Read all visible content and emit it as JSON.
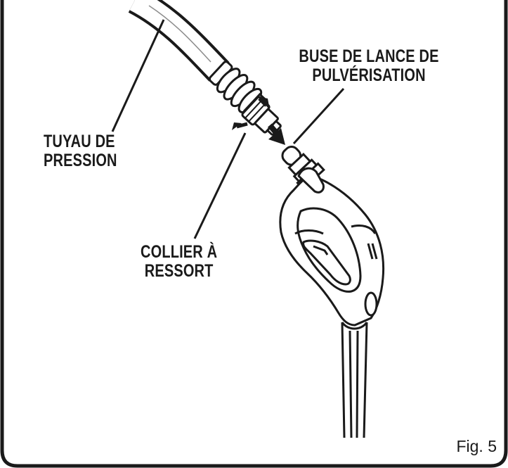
{
  "labels": {
    "hose": [
      "TUYAU DE",
      "PRESSION"
    ],
    "nozzle": [
      "BUSE DE LANCE DE",
      "PULVÉRISATION"
    ],
    "collar": [
      "COLLIER À",
      "RESSORT"
    ]
  },
  "figure": "Fig. 5",
  "colors": {
    "ink": "#1a1a1a",
    "background": "#ffffff"
  },
  "icons": [
    "hose",
    "quick-connect-coupler",
    "spray-gun",
    "direction-arrow"
  ]
}
